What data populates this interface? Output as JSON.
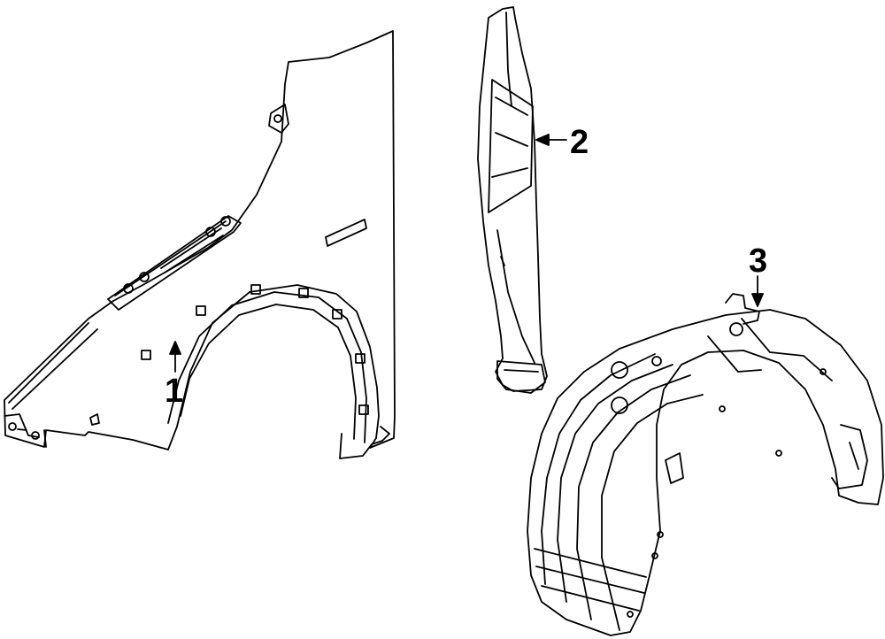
{
  "diagram": {
    "parts": [
      {
        "id": "1",
        "callout": "1"
      },
      {
        "id": "2",
        "callout": "2"
      },
      {
        "id": "3",
        "callout": "3"
      }
    ]
  }
}
